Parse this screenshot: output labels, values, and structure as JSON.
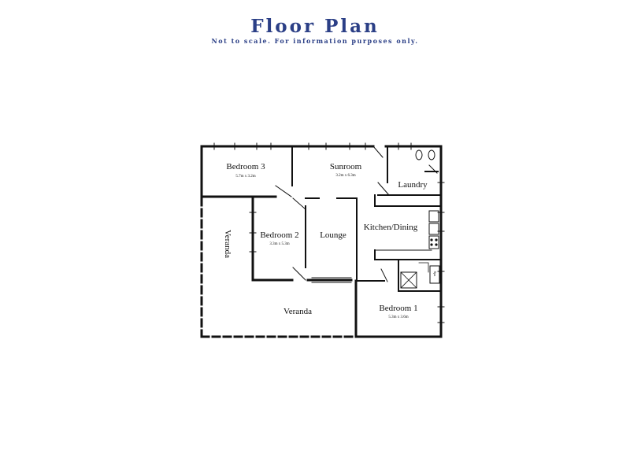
{
  "header": {
    "title": "Floor Plan",
    "subtitle": "Not to scale.  For information purposes only."
  },
  "rooms": {
    "bedroom3": {
      "name": "Bedroom 3",
      "dims": "5.7m x 3.2m"
    },
    "sunroom": {
      "name": "Sunroom",
      "dims": "3.2m x 6.3m"
    },
    "laundry": {
      "name": "Laundry"
    },
    "bedroom2": {
      "name": "Bedroom 2",
      "dims": "3.3m x 5.3m"
    },
    "lounge": {
      "name": "Lounge"
    },
    "kitchen": {
      "name": "Kitchen/Dining"
    },
    "veranda_side": {
      "name": "Veranda"
    },
    "veranda_front": {
      "name": "Veranda"
    },
    "bedroom1": {
      "name": "Bedroom 1",
      "dims": "5.3m x 3.6m"
    }
  },
  "fixtures": {
    "spa_label": "Spa"
  },
  "colors": {
    "title": "#2b3f86",
    "walls": "#111111"
  }
}
